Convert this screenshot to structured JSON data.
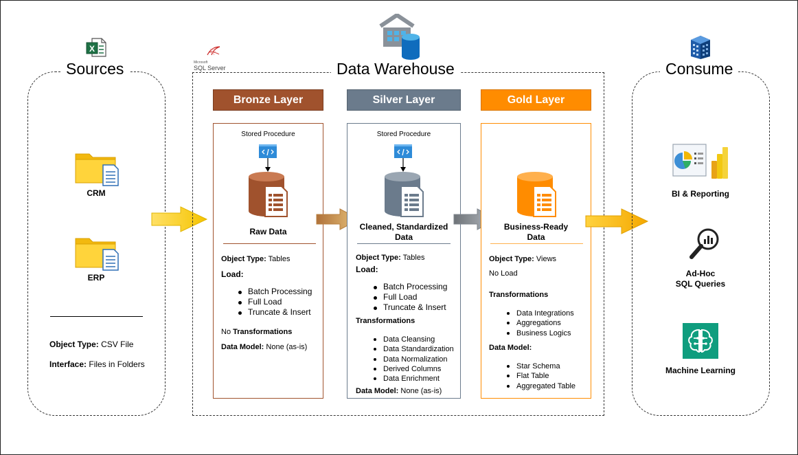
{
  "colors": {
    "bronze": "#A0522D",
    "silver": "#6B7B8C",
    "gold": "#FF8C00",
    "arrow_yellow": "#F5C400",
    "arrow_bronze": "#C8944A",
    "arrow_gray": "#7F868D"
  },
  "sources": {
    "title": "Sources",
    "items": [
      {
        "label": "CRM",
        "icon": "folder-document-icon"
      },
      {
        "label": "ERP",
        "icon": "folder-document-icon"
      }
    ],
    "object_type_label": "Object Type:",
    "object_type_value": " CSV File",
    "interface_label": "Interface:",
    "interface_value": " Files in Folders"
  },
  "warehouse": {
    "title": "Data Warehouse",
    "sql_server_small": "Microsoft",
    "sql_server_label": "SQL Server"
  },
  "bronze": {
    "header": "Bronze Layer",
    "stored_procedure": "Stored Procedure",
    "data_label": "Raw Data",
    "object_type_label": "Object Type:",
    "object_type_value": " Tables",
    "load_label": "Load:",
    "load_items": [
      "Batch Processing",
      "Full Load",
      "Truncate & Insert"
    ],
    "transformations_prefix": "No ",
    "transformations_label": "Transformations",
    "data_model_label": "Data Model:",
    "data_model_value": " None (as-is)"
  },
  "silver": {
    "header": "Silver Layer",
    "stored_procedure": "Stored Procedure",
    "data_label_1": "Cleaned, Standardized",
    "data_label_2": "Data",
    "object_type_label": "Object Type:",
    "object_type_value": " Tables",
    "load_label": "Load:",
    "load_items": [
      "Batch Processing",
      "Full Load",
      "Truncate & Insert"
    ],
    "transformations_label": "Transformations",
    "transformation_items": [
      "Data Cleansing",
      "Data Standardization",
      "Data Normalization",
      "Derived Columns",
      "Data Enrichment"
    ],
    "data_model_label": "Data Model:",
    "data_model_value": " None (as-is)"
  },
  "gold": {
    "header": "Gold Layer",
    "data_label_1": "Business-Ready",
    "data_label_2": "Data",
    "object_type_label": "Object Type:",
    "object_type_value": " Views",
    "load_value": "No Load",
    "transformations_label": "Transformations",
    "transformation_items": [
      "Data Integrations",
      "Aggregations",
      "Business Logics"
    ],
    "data_model_label": "Data Model:",
    "data_model_items": [
      "Star Schema",
      "Flat Table",
      "Aggregated Table"
    ]
  },
  "consume": {
    "title": "Consume",
    "items": [
      {
        "label": "BI & Reporting",
        "icon": "bi-dashboard-icon"
      },
      {
        "label_1": "Ad-Hoc",
        "label_2": "SQL Queries",
        "icon": "magnifier-chart-icon"
      },
      {
        "label": "Machine Learning",
        "icon": "ml-brain-icon"
      }
    ]
  }
}
